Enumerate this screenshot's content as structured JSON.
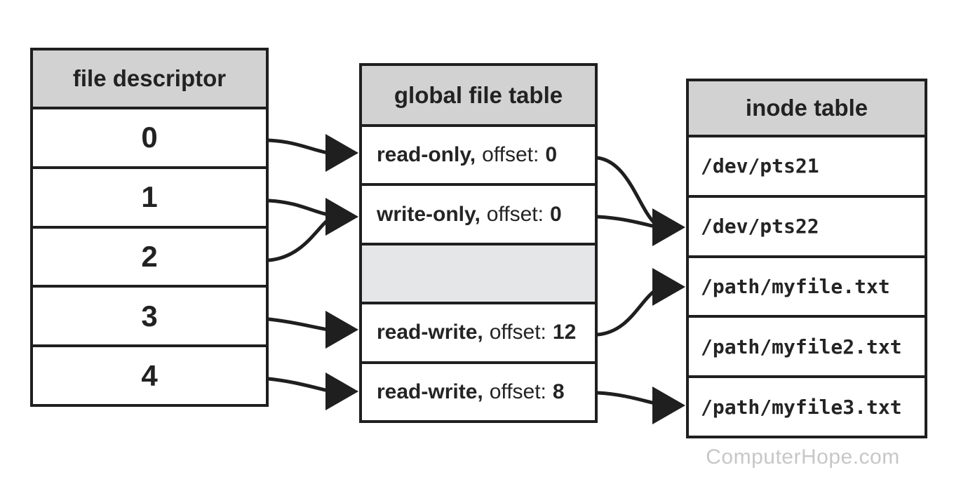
{
  "page": {
    "watermark": "ComputerHope.com",
    "background_color": "#ffffff",
    "border_color": "#1f1f1f",
    "header_bg_color": "#d2d2d2",
    "empty_row_bg_color": "#e5e6e8",
    "watermark_color": "#c7c7c7"
  },
  "tables": {
    "file_descriptor": {
      "title": "file descriptor",
      "rows": [
        "0",
        "1",
        "2",
        "3",
        "4"
      ]
    },
    "global_file_table": {
      "title": "global file table",
      "rows": [
        {
          "mode": "read-only,",
          "offset_label": "offset:",
          "value": "0",
          "empty": false
        },
        {
          "mode": "write-only,",
          "offset_label": "offset:",
          "value": "0",
          "empty": false
        },
        {
          "mode": "",
          "offset_label": "",
          "value": "",
          "empty": true
        },
        {
          "mode": "read-write,",
          "offset_label": "offset:",
          "value": "12",
          "empty": false
        },
        {
          "mode": "read-write,",
          "offset_label": "offset:",
          "value": "8",
          "empty": false
        }
      ]
    },
    "inode_table": {
      "title": "inode table",
      "rows": [
        "/dev/pts21",
        "/dev/pts22",
        "/path/myfile.txt",
        "/path/myfile2.txt",
        "/path/myfile3.txt"
      ]
    }
  },
  "connections": [
    {
      "from": "fd 0",
      "to": "read-only, offset: 0"
    },
    {
      "from": "fd 1",
      "to": "write-only, offset: 0"
    },
    {
      "from": "fd 2",
      "to": "write-only, offset: 0"
    },
    {
      "from": "fd 3",
      "to": "read-write, offset: 12"
    },
    {
      "from": "fd 4",
      "to": "read-write, offset: 8"
    },
    {
      "from": "read-only, offset: 0",
      "to": "/dev/pts22"
    },
    {
      "from": "write-only, offset: 0",
      "to": "/dev/pts22"
    },
    {
      "from": "read-write, offset: 12",
      "to": "/path/myfile.txt"
    },
    {
      "from": "read-write, offset: 8",
      "to": "/path/myfile3.txt"
    }
  ]
}
